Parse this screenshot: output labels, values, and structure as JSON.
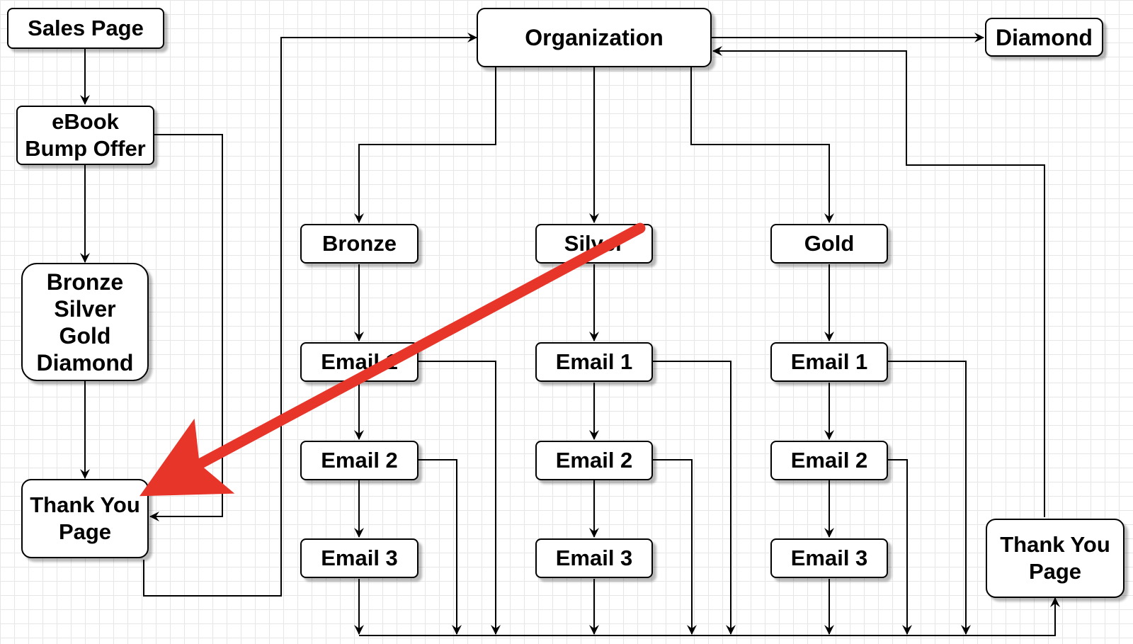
{
  "nodes": {
    "sales_page": "Sales Page",
    "ebook_bump_offer": "eBook\nBump Offer",
    "tiers_list": "Bronze\nSilver\nGold\nDiamond",
    "thank_you_left": "Thank You\nPage",
    "organization": "Organization",
    "diamond": "Diamond",
    "bronze": "Bronze",
    "silver": "Silver",
    "gold": "Gold",
    "bronze_email_1": "Email 1",
    "bronze_email_2": "Email 2",
    "bronze_email_3": "Email 3",
    "silver_email_1": "Email 1",
    "silver_email_2": "Email 2",
    "silver_email_3": "Email 3",
    "gold_email_1": "Email 1",
    "gold_email_2": "Email 2",
    "gold_email_3": "Email 3",
    "thank_you_right": "Thank You\nPage"
  },
  "colors": {
    "line": "#000000",
    "annotation_arrow": "#e8352a",
    "grid": "#e6e6e6"
  }
}
